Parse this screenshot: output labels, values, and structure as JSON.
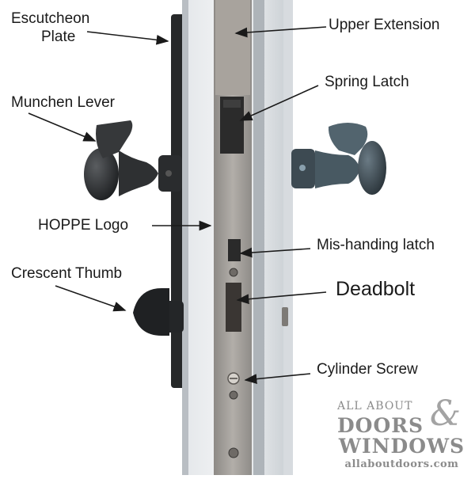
{
  "labels": {
    "escutcheon_plate": "Escutcheon\nPlate",
    "upper_extension": "Upper Extension",
    "spring_latch": "Spring Latch",
    "munchen_lever": "Munchen Lever",
    "hoppe_logo": "HOPPE Logo",
    "mis_handing_latch": "Mis-handing latch",
    "crescent_thumb": "Crescent Thumb",
    "deadbolt": "Deadbolt",
    "cylinder_screw": "Cylinder Screw"
  },
  "watermark": {
    "line1": "ALL ABOUT",
    "line2": "DOORS",
    "ampersand": "&",
    "line3": "WINDOWS",
    "url": "allaboutdoors.com"
  },
  "colors": {
    "label_text": "#1a1a1a",
    "arrow": "#1a1a1a",
    "aluminum_frame": "#c9ced3",
    "faceplate": "#9a9691",
    "hardware_dark": "#2a2c2e",
    "hardware_light": "#3d4a52",
    "watermark": "#8b8b8b"
  }
}
